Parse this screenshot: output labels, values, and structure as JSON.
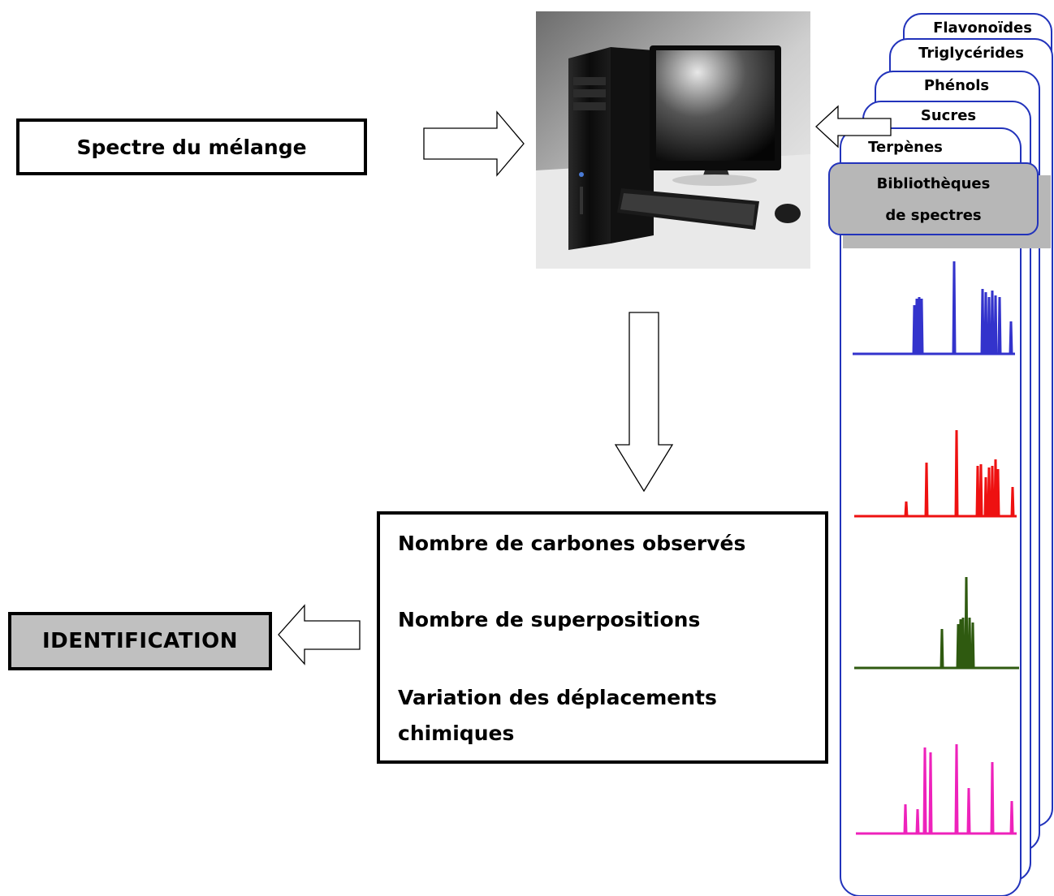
{
  "boxes": {
    "spectre": "Spectre du mélange",
    "identification": "IDENTIFICATION",
    "criteria": [
      "Nombre de carbones observés",
      "Nombre de superpositions",
      "Variation des déplacements chimiques"
    ]
  },
  "library": {
    "cards": [
      "Flavonoïdes",
      "Triglycérides",
      "Phénols",
      "Sucres",
      "Terpènes"
    ],
    "header_line1": "Bibliothèques",
    "header_line2": "de spectres"
  },
  "colors": {
    "card_border": "#2233bb",
    "spectrum_1": "#3333cc",
    "spectrum_2": "#ee1111",
    "spectrum_3": "#2f5a10",
    "spectrum_4": "#ee22bb",
    "header_fill": "#b7b7b7"
  },
  "icons": [
    "computer-workstation-image",
    "arrow-right",
    "arrow-down",
    "arrow-left"
  ]
}
